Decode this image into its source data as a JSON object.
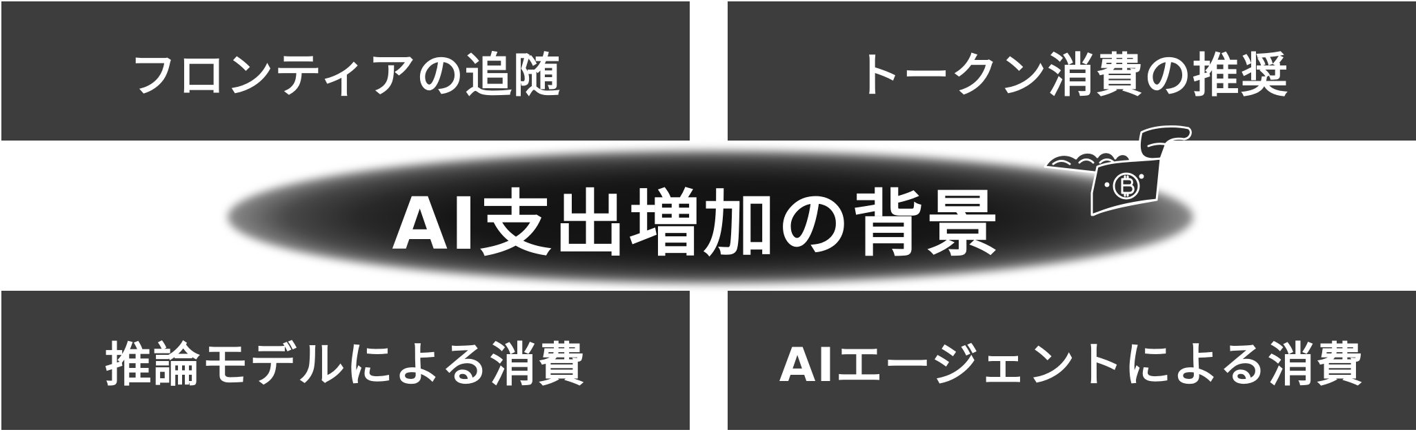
{
  "title": "AI支出増加の背景",
  "boxes": {
    "top_left": "フロンティアの追随",
    "top_right": "トークン消費の推奨",
    "bottom_left": "推論モデルによる消費",
    "bottom_right": "AIエージェントによる消費"
  },
  "icons": {
    "center": "flying-money-icon"
  },
  "colors": {
    "box_fill": "#3d3d3d",
    "text": "#ffffff",
    "background": "#ffffff"
  }
}
